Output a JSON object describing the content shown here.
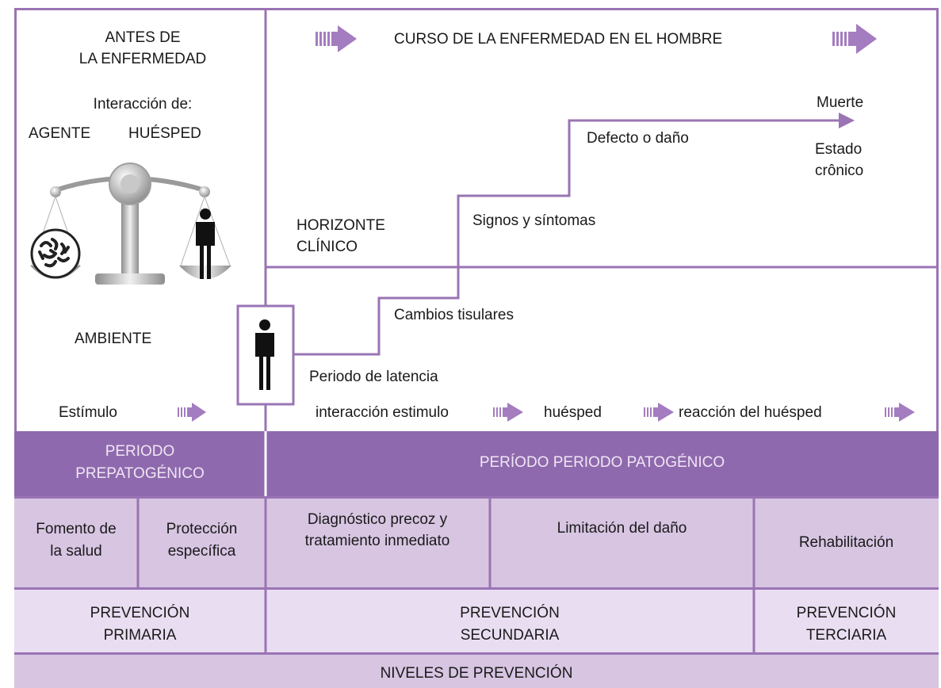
{
  "colors": {
    "border": "#9a74b4",
    "band": "#8f69ad",
    "cell": "#d7c5e2",
    "light": "#e9def1",
    "arrow": "#a47cc0",
    "white_text": "#f2ecf7"
  },
  "left": {
    "title_line1": "ANTES  DE",
    "title_line2": "LA ENFERMEDAD",
    "interaction": "Interacción de:",
    "agent": "AGENTE",
    "host": "HUÉSPED",
    "environment": "AMBIENTE",
    "stimulus": "Estímulo"
  },
  "right": {
    "course_title": "CURSO DE LA ENFERMEDAD EN EL HOMBRE",
    "death": "Muerte",
    "defect": "Defecto o daño",
    "chronic_line1": "Estado",
    "chronic_line2": "crônico",
    "signs": "Signos y síntomas",
    "horizon_line1": "HORIZONTE",
    "horizon_line2": "CLÍNICO",
    "tissue": "Cambios tisulares",
    "latency": "Periodo de latencia",
    "flow_interaction": "interacción  estimulo",
    "flow_host": "huésped",
    "flow_reaction": "reacción del huésped"
  },
  "periods": {
    "prepathogenic_line1": "PERIODO",
    "prepathogenic_line2": "PREPATOGÉNICO",
    "pathogenic": "PERÍODO PERIODO  PATOGÉNICO"
  },
  "actions": {
    "promotion_line1": "Fomento de",
    "promotion_line2": "la salud",
    "protection_line1": "Protección",
    "protection_line2": "específica",
    "diagnosis_line1": "Diagnóstico precoz y",
    "diagnosis_line2": "tratamiento inmediato",
    "limitation": "Limitación del daño",
    "rehab": "Rehabilitación"
  },
  "prevention": {
    "primary_line1": "PREVENCIÓN",
    "primary_line2": "PRIMARIA",
    "secondary_line1": "PREVENCIÓN",
    "secondary_line2": "SECUNDARIA",
    "tertiary_line1": "PREVENCIÓN",
    "tertiary_line2": "TERCIARIA"
  },
  "footer": "NIVELES DE PREVENCIÓN"
}
